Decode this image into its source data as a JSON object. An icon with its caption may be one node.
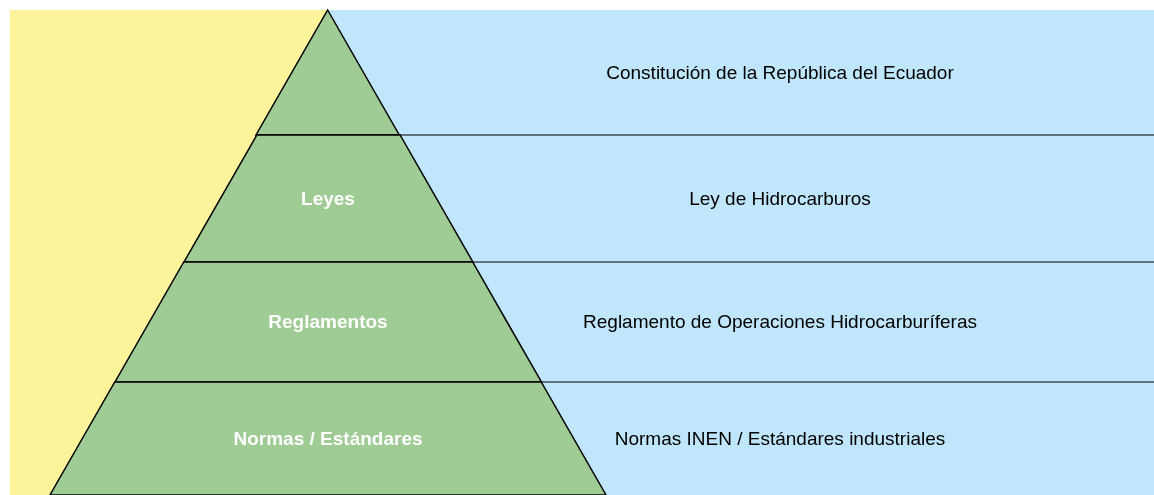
{
  "diagram": {
    "nodes": [
      {
        "text": [],
        "shape": "box"
      },
      {
        "text": [],
        "shape": "triangle"
      },
      {
        "text": [
          "Leyes"
        ]
      },
      {
        "text": [
          "Reglamentos"
        ]
      },
      {
        "text": [
          "Normas / Estándares"
        ]
      },
      {
        "text": [
          "Constitución de la República del Ecuador"
        ]
      },
      {
        "text": [
          "Ley de Hidrocarburos"
        ]
      },
      {
        "text": [
          "Reglamento de Operaciones Hidrocarburíferas"
        ]
      },
      {
        "text": [
          "Normas INEN / Estándares industriales"
        ]
      }
    ]
  }
}
